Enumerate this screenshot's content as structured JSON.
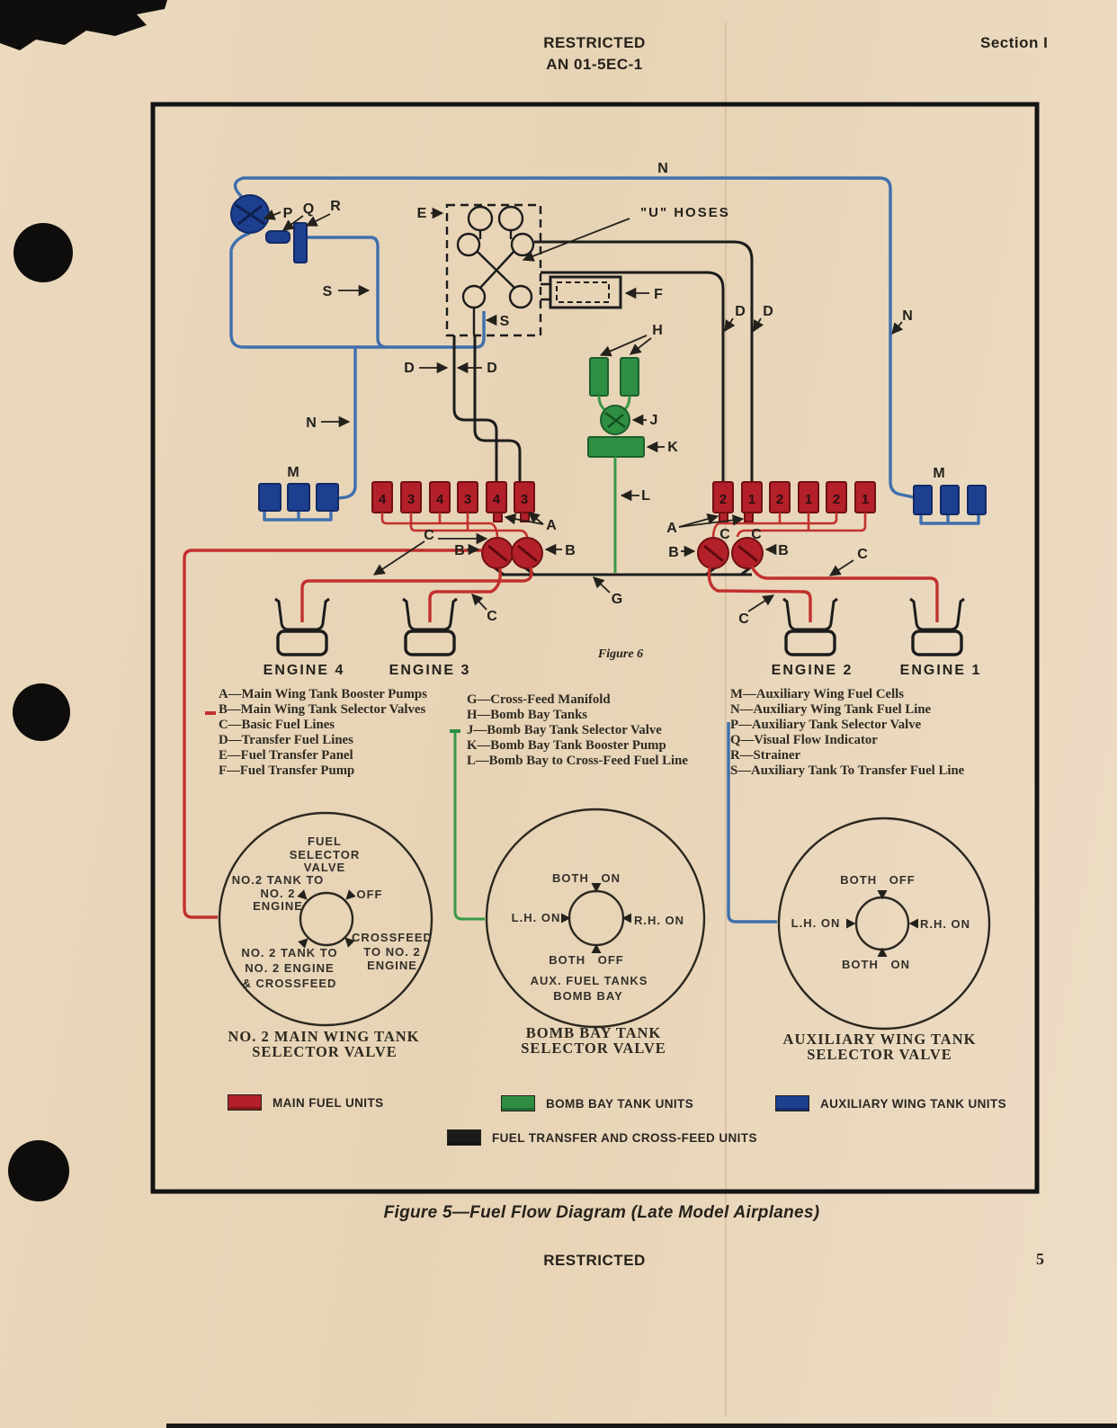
{
  "header": {
    "security": "RESTRICTED",
    "doc_number": "AN 01-5EC-1",
    "section": "Section I"
  },
  "footer": {
    "security": "RESTRICTED",
    "page_number": "5"
  },
  "figure_caption": "Figure 5—Fuel Flow Diagram (Late Model Airplanes)",
  "diagram": {
    "figure_note": "Figure 6",
    "u_hoses": "\"U\" HOSES",
    "callouts": {
      "A": "A",
      "B": "B",
      "C": "C",
      "D": "D",
      "E": "E",
      "F": "F",
      "G": "G",
      "H": "H",
      "J": "J",
      "K": "K",
      "L": "L",
      "M": "M",
      "N": "N",
      "P": "P",
      "Q": "Q",
      "R": "R",
      "S": "S"
    },
    "left_tank_numbers": [
      "4",
      "3",
      "4",
      "3",
      "4",
      "3"
    ],
    "right_tank_numbers": [
      "2",
      "1",
      "2",
      "1",
      "2",
      "1"
    ],
    "engine_labels": [
      "ENGINE 4",
      "ENGINE 3",
      "ENGINE 2",
      "ENGINE 1"
    ]
  },
  "legend": {
    "col1": [
      "A—Main Wing Tank Booster Pumps",
      "B—Main Wing Tank Selector Valves",
      "C—Basic Fuel Lines",
      "D—Transfer Fuel Lines",
      "E—Fuel Transfer Panel",
      "F—Fuel Transfer Pump"
    ],
    "col2": [
      "G—Cross-Feed Manifold",
      "H—Bomb Bay Tanks",
      "J—Bomb Bay Tank Selector Valve",
      "K—Bomb Bay Tank Booster Pump",
      "L—Bomb Bay to Cross-Feed Fuel Line"
    ],
    "col3": [
      "M—Auxiliary Wing Fuel Cells",
      "N—Auxiliary Wing Tank Fuel Line",
      "P—Auxiliary Tank Selector Valve",
      "Q—Visual Flow Indicator",
      "R—Strainer",
      "S—Auxiliary Tank To Transfer Fuel Line"
    ]
  },
  "dials": [
    {
      "title_line1": "FUEL",
      "title_line2": "SELECTOR",
      "title_line3": "VALVE",
      "upper_left_1": "NO.2 TANK TO",
      "upper_left_2": "NO. 2",
      "upper_left_3": "ENGINE",
      "upper_right": "OFF",
      "lower_right_1": "CROSSFEED",
      "lower_right_2": "TO NO. 2",
      "lower_right_3": "ENGINE",
      "lower_left_1": "NO. 2 TANK TO",
      "lower_left_2": "NO. 2 ENGINE",
      "lower_left_3": "& CROSSFEED",
      "caption_line1": "NO. 2 MAIN WING TANK",
      "caption_line2": "SELECTOR VALVE"
    },
    {
      "top": "BOTH ON",
      "left": "L.H. ON",
      "right": "R.H. ON",
      "bottom": "BOTH OFF",
      "note_line1": "AUX. FUEL TANKS",
      "note_line2": "BOMB BAY",
      "caption_line1": "BOMB BAY TANK",
      "caption_line2": "SELECTOR VALVE"
    },
    {
      "top": "BOTH OFF",
      "left": "L.H. ON",
      "right": "R.H. ON",
      "bottom": "BOTH ON",
      "caption_line1": "AUXILIARY WING TANK",
      "caption_line2": "SELECTOR VALVE"
    }
  ],
  "color_legend": {
    "items": [
      {
        "color": "#b3202a",
        "label": "MAIN FUEL UNITS"
      },
      {
        "color": "#2e8f43",
        "label": "BOMB BAY TANK UNITS"
      },
      {
        "color": "#1d3f8f",
        "label": "AUXILIARY WING TANK UNITS"
      },
      {
        "color": "#1b1b1b",
        "label": "FUEL TRANSFER AND CROSS-FEED UNITS"
      }
    ]
  }
}
